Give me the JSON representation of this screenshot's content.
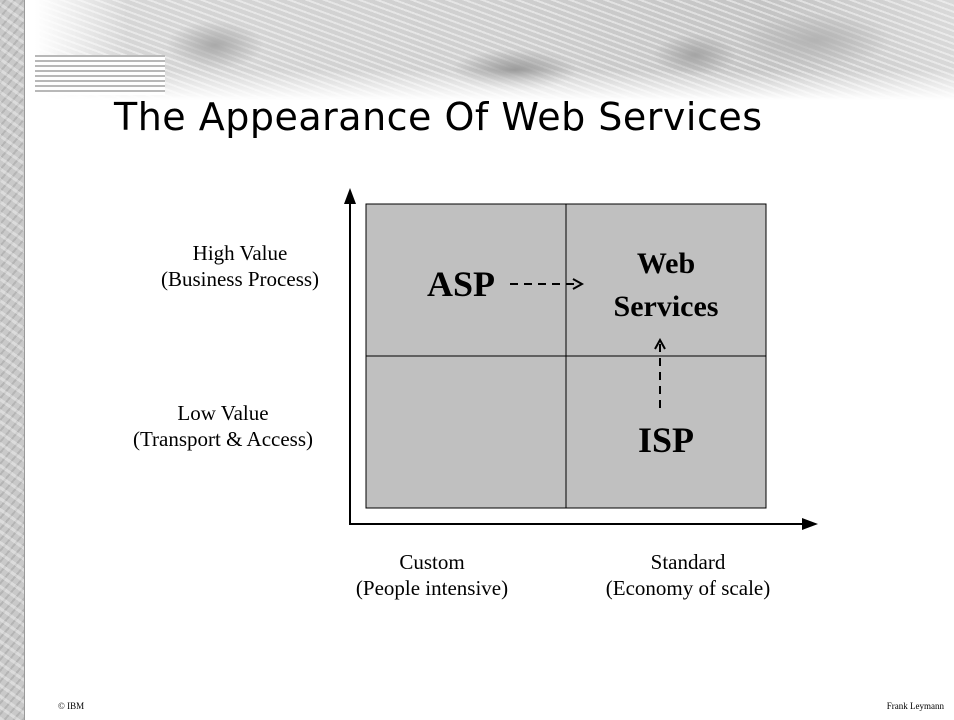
{
  "slide": {
    "title": "The Appearance Of Web Services"
  },
  "diagram": {
    "y_axis": {
      "high_label": "High Value",
      "high_sub": "(Business Process)",
      "low_label": "Low Value",
      "low_sub": "(Transport & Access)"
    },
    "x_axis": {
      "left_label": "Custom",
      "left_sub": "(People intensive)",
      "right_label": "Standard",
      "right_sub": "(Economy of scale)"
    },
    "quadrants": {
      "top_left": "ASP",
      "top_right_line1": "Web",
      "top_right_line2": "Services",
      "bottom_right": "ISP"
    },
    "colors": {
      "quadrant_fill": "#c0c0c0",
      "line": "#000000"
    }
  },
  "footer": {
    "left": "© IBM",
    "right": "Frank Leymann"
  }
}
